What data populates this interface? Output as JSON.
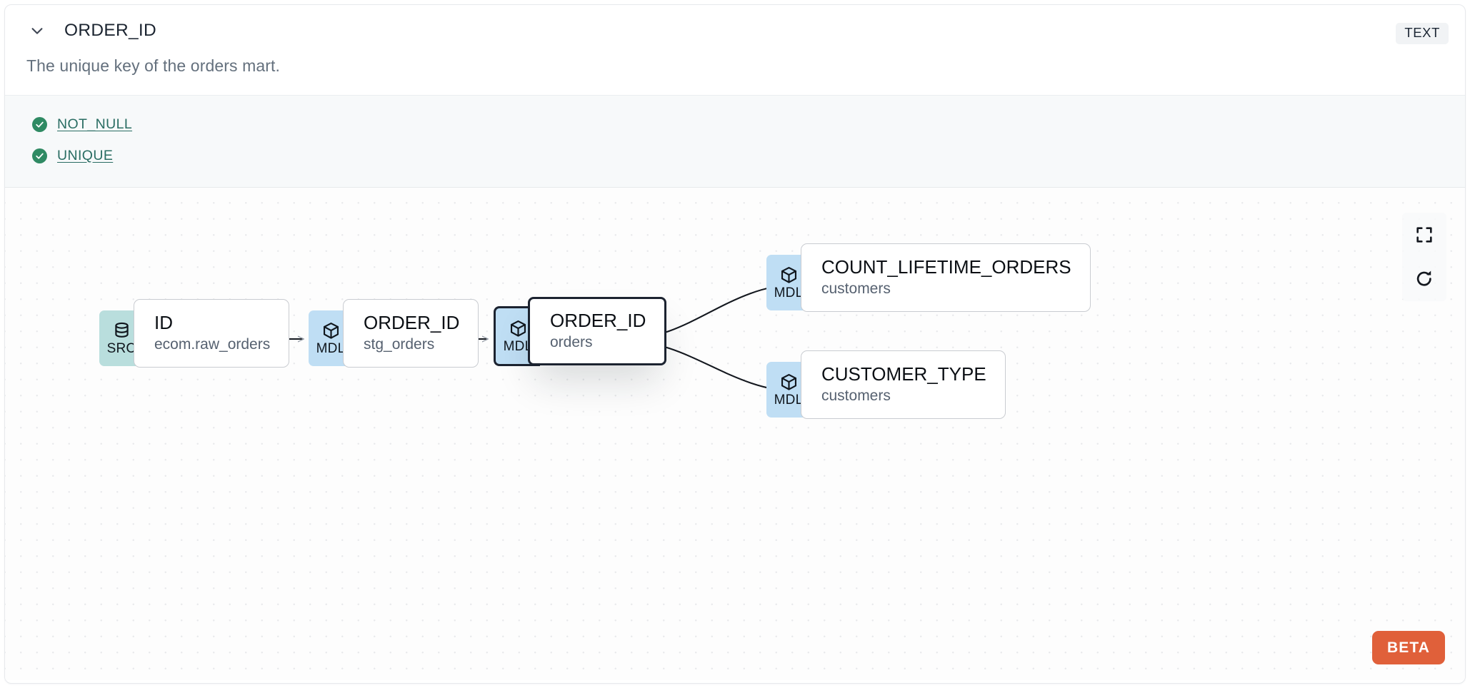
{
  "header": {
    "chevron_icon": "chevron-down-icon",
    "column_name": "ORDER_ID",
    "data_type": "TEXT"
  },
  "description": "The unique key of the orders mart.",
  "tests": [
    {
      "status_icon": "check-circle-icon",
      "label": "NOT_NULL",
      "status": "passed"
    },
    {
      "status_icon": "check-circle-icon",
      "label": "UNIQUE",
      "status": "passed"
    }
  ],
  "lineage": {
    "nodes": [
      {
        "id": "n1",
        "kind": "SRC",
        "kind_icon": "database-icon",
        "title": "ID",
        "subtitle": "ecom.raw_orders",
        "selected": false
      },
      {
        "id": "n2",
        "kind": "MDL",
        "kind_icon": "cube-icon",
        "title": "ORDER_ID",
        "subtitle": "stg_orders",
        "selected": false
      },
      {
        "id": "n3",
        "kind": "MDL",
        "kind_icon": "cube-icon",
        "title": "ORDER_ID",
        "subtitle": "orders",
        "selected": true
      },
      {
        "id": "n4",
        "kind": "MDL",
        "kind_icon": "cube-icon",
        "title": "COUNT_LIFETIME_ORDERS",
        "subtitle": "customers",
        "selected": false
      },
      {
        "id": "n5",
        "kind": "MDL",
        "kind_icon": "cube-icon",
        "title": "CUSTOMER_TYPE",
        "subtitle": "customers",
        "selected": false
      }
    ],
    "edges": [
      {
        "from": "n1",
        "to": "n2"
      },
      {
        "from": "n2",
        "to": "n3"
      },
      {
        "from": "n3",
        "to": "n4"
      },
      {
        "from": "n3",
        "to": "n5"
      }
    ],
    "controls": [
      {
        "name": "fit-view-button",
        "icon": "fullscreen-icon"
      },
      {
        "name": "refresh-button",
        "icon": "refresh-icon"
      }
    ],
    "beta_label": "BETA"
  },
  "colors": {
    "src_badge": "#b9dedd",
    "mdl_badge": "#bfdef4",
    "beta": "#e0603a",
    "test_pass": "#2f8a63",
    "test_link": "#2a6d63",
    "selected_border": "#1c2330"
  }
}
